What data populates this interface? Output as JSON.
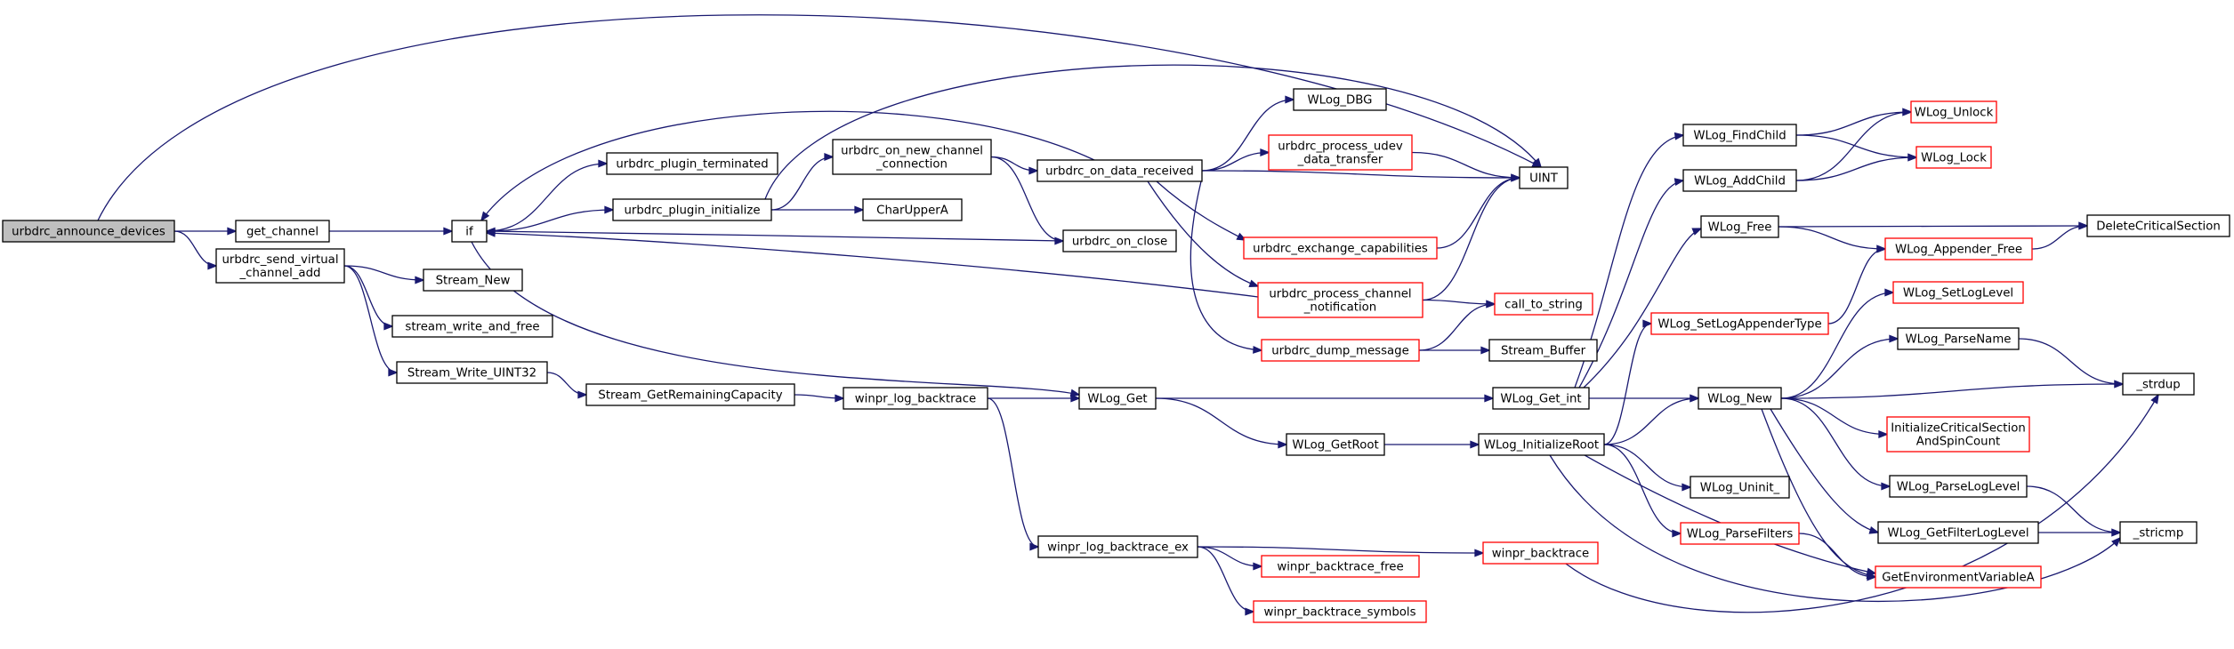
{
  "colors": {
    "edge": "#191970",
    "root_fill": "#bfbfbf",
    "normal_border": "#000000",
    "truncated_border": "#ff0000",
    "node_fill": "#ffffff"
  },
  "nodes": {
    "announce": {
      "lines": [
        "urbdrc_announce_devices"
      ],
      "style": "root"
    },
    "get_channel": {
      "lines": [
        "get_channel"
      ],
      "style": "normal"
    },
    "if": {
      "lines": [
        "if"
      ],
      "style": "normal"
    },
    "send_virtual": {
      "lines": [
        "urbdrc_send_virtual",
        "_channel_add"
      ],
      "style": "normal"
    },
    "plugin_terminated": {
      "lines": [
        "urbdrc_plugin_terminated"
      ],
      "style": "normal"
    },
    "plugin_initialize": {
      "lines": [
        "urbdrc_plugin_initialize"
      ],
      "style": "normal"
    },
    "on_new_channel": {
      "lines": [
        "urbdrc_on_new_channel",
        "_connection"
      ],
      "style": "normal"
    },
    "charupper": {
      "lines": [
        "CharUpperA"
      ],
      "style": "normal"
    },
    "on_close": {
      "lines": [
        "urbdrc_on_close"
      ],
      "style": "normal"
    },
    "on_data_received": {
      "lines": [
        "urbdrc_on_data_received"
      ],
      "style": "normal"
    },
    "wlog_dbg": {
      "lines": [
        "WLog_DBG"
      ],
      "style": "normal"
    },
    "process_udev": {
      "lines": [
        "urbdrc_process_udev",
        "_data_transfer"
      ],
      "style": "truncated"
    },
    "exchange_caps": {
      "lines": [
        "urbdrc_exchange_capabilities"
      ],
      "style": "truncated"
    },
    "process_notif": {
      "lines": [
        "urbdrc_process_channel",
        "_notification"
      ],
      "style": "truncated"
    },
    "dump_message": {
      "lines": [
        "urbdrc_dump_message"
      ],
      "style": "truncated"
    },
    "uint": {
      "lines": [
        "UINT"
      ],
      "style": "normal"
    },
    "call_to_string": {
      "lines": [
        "call_to_string"
      ],
      "style": "truncated"
    },
    "stream_buffer": {
      "lines": [
        "Stream_Buffer"
      ],
      "style": "normal"
    },
    "stream_new": {
      "lines": [
        "Stream_New"
      ],
      "style": "normal"
    },
    "stream_write_free": {
      "lines": [
        "stream_write_and_free"
      ],
      "style": "normal"
    },
    "stream_write_uint32": {
      "lines": [
        "Stream_Write_UINT32"
      ],
      "style": "normal"
    },
    "stream_remaining": {
      "lines": [
        "Stream_GetRemainingCapacity"
      ],
      "style": "normal"
    },
    "winpr_log_bt": {
      "lines": [
        "winpr_log_backtrace"
      ],
      "style": "normal"
    },
    "wlog_get": {
      "lines": [
        "WLog_Get"
      ],
      "style": "normal"
    },
    "wlog_getroot": {
      "lines": [
        "WLog_GetRoot"
      ],
      "style": "normal"
    },
    "wlog_get_int": {
      "lines": [
        "WLog_Get_int"
      ],
      "style": "normal"
    },
    "wlog_initroot": {
      "lines": [
        "WLog_InitializeRoot"
      ],
      "style": "normal"
    },
    "winpr_log_bt_ex": {
      "lines": [
        "winpr_log_backtrace_ex"
      ],
      "style": "normal"
    },
    "winpr_bt_free": {
      "lines": [
        "winpr_backtrace_free"
      ],
      "style": "truncated"
    },
    "winpr_bt_symbols": {
      "lines": [
        "winpr_backtrace_symbols"
      ],
      "style": "truncated"
    },
    "winpr_bt": {
      "lines": [
        "winpr_backtrace"
      ],
      "style": "truncated"
    },
    "wlog_findchild": {
      "lines": [
        "WLog_FindChild"
      ],
      "style": "normal"
    },
    "wlog_addchild": {
      "lines": [
        "WLog_AddChild"
      ],
      "style": "normal"
    },
    "wlog_free": {
      "lines": [
        "WLog_Free"
      ],
      "style": "normal"
    },
    "wlog_setappender": {
      "lines": [
        "WLog_SetLogAppenderType"
      ],
      "style": "truncated"
    },
    "wlog_new": {
      "lines": [
        "WLog_New"
      ],
      "style": "normal"
    },
    "wlog_uninit": {
      "lines": [
        "WLog_Uninit_"
      ],
      "style": "normal"
    },
    "wlog_parsefilters": {
      "lines": [
        "WLog_ParseFilters"
      ],
      "style": "truncated"
    },
    "wlog_unlock": {
      "lines": [
        "WLog_Unlock"
      ],
      "style": "truncated"
    },
    "wlog_lock": {
      "lines": [
        "WLog_Lock"
      ],
      "style": "truncated"
    },
    "wlog_appender_free": {
      "lines": [
        "WLog_Appender_Free"
      ],
      "style": "truncated"
    },
    "wlog_setloglevel": {
      "lines": [
        "WLog_SetLogLevel"
      ],
      "style": "truncated"
    },
    "wlog_parsename": {
      "lines": [
        "WLog_ParseName"
      ],
      "style": "normal"
    },
    "init_cs": {
      "lines": [
        "InitializeCriticalSection",
        "AndSpinCount"
      ],
      "style": "truncated"
    },
    "wlog_parseloglevel": {
      "lines": [
        "WLog_ParseLogLevel"
      ],
      "style": "normal"
    },
    "wlog_getfilterlevel": {
      "lines": [
        "WLog_GetFilterLogLevel"
      ],
      "style": "normal"
    },
    "getenv": {
      "lines": [
        "GetEnvironmentVariableA"
      ],
      "style": "truncated"
    },
    "delete_cs": {
      "lines": [
        "DeleteCriticalSection"
      ],
      "style": "normal"
    },
    "strdup": {
      "lines": [
        "_strdup"
      ],
      "style": "normal"
    },
    "stricmp": {
      "lines": [
        "_stricmp"
      ],
      "style": "normal"
    }
  },
  "edges": [
    [
      "announce",
      "get_channel"
    ],
    [
      "announce",
      "send_virtual"
    ],
    [
      "announce",
      "uint"
    ],
    [
      "get_channel",
      "if"
    ],
    [
      "if",
      "plugin_terminated"
    ],
    [
      "if",
      "plugin_initialize"
    ],
    [
      "if",
      "wlog_get"
    ],
    [
      "plugin_initialize",
      "on_new_channel"
    ],
    [
      "plugin_initialize",
      "charupper"
    ],
    [
      "plugin_initialize",
      "uint"
    ],
    [
      "on_new_channel",
      "on_data_received"
    ],
    [
      "on_new_channel",
      "on_close"
    ],
    [
      "on_data_received",
      "if"
    ],
    [
      "on_data_received",
      "wlog_dbg"
    ],
    [
      "on_data_received",
      "process_udev"
    ],
    [
      "on_data_received",
      "uint"
    ],
    [
      "on_data_received",
      "exchange_caps"
    ],
    [
      "on_data_received",
      "process_notif"
    ],
    [
      "on_data_received",
      "dump_message"
    ],
    [
      "on_close",
      "if"
    ],
    [
      "process_notif",
      "if"
    ],
    [
      "process_udev",
      "uint"
    ],
    [
      "exchange_caps",
      "uint"
    ],
    [
      "process_notif",
      "uint"
    ],
    [
      "process_notif",
      "call_to_string"
    ],
    [
      "dump_message",
      "call_to_string"
    ],
    [
      "dump_message",
      "stream_buffer"
    ],
    [
      "send_virtual",
      "stream_new"
    ],
    [
      "send_virtual",
      "stream_write_free"
    ],
    [
      "send_virtual",
      "stream_write_uint32"
    ],
    [
      "stream_write_uint32",
      "stream_remaining"
    ],
    [
      "stream_remaining",
      "winpr_log_bt"
    ],
    [
      "winpr_log_bt",
      "wlog_get"
    ],
    [
      "winpr_log_bt",
      "winpr_log_bt_ex"
    ],
    [
      "wlog_get",
      "wlog_get_int"
    ],
    [
      "wlog_get",
      "wlog_getroot"
    ],
    [
      "wlog_getroot",
      "wlog_initroot"
    ],
    [
      "wlog_get_int",
      "wlog_findchild"
    ],
    [
      "wlog_get_int",
      "wlog_addchild"
    ],
    [
      "wlog_get_int",
      "wlog_free"
    ],
    [
      "wlog_get_int",
      "wlog_new"
    ],
    [
      "wlog_initroot",
      "wlog_setappender"
    ],
    [
      "wlog_initroot",
      "wlog_new"
    ],
    [
      "wlog_initroot",
      "wlog_uninit"
    ],
    [
      "wlog_initroot",
      "wlog_parsefilters"
    ],
    [
      "wlog_initroot",
      "getenv"
    ],
    [
      "wlog_initroot",
      "stricmp"
    ],
    [
      "wlog_findchild",
      "wlog_unlock"
    ],
    [
      "wlog_findchild",
      "wlog_lock"
    ],
    [
      "wlog_addchild",
      "wlog_unlock"
    ],
    [
      "wlog_addchild",
      "wlog_lock"
    ],
    [
      "wlog_free",
      "delete_cs"
    ],
    [
      "wlog_free",
      "wlog_appender_free"
    ],
    [
      "wlog_setappender",
      "wlog_appender_free"
    ],
    [
      "wlog_appender_free",
      "delete_cs"
    ],
    [
      "wlog_new",
      "wlog_setloglevel"
    ],
    [
      "wlog_new",
      "wlog_parsename"
    ],
    [
      "wlog_new",
      "strdup"
    ],
    [
      "wlog_new",
      "init_cs"
    ],
    [
      "wlog_new",
      "wlog_parseloglevel"
    ],
    [
      "wlog_new",
      "wlog_getfilterlevel"
    ],
    [
      "wlog_new",
      "getenv"
    ],
    [
      "wlog_parsename",
      "strdup"
    ],
    [
      "wlog_parseloglevel",
      "stricmp"
    ],
    [
      "wlog_getfilterlevel",
      "stricmp"
    ],
    [
      "wlog_parsefilters",
      "getenv"
    ],
    [
      "winpr_log_bt_ex",
      "winpr_bt_free"
    ],
    [
      "winpr_log_bt_ex",
      "winpr_bt_symbols"
    ],
    [
      "winpr_log_bt_ex",
      "winpr_bt"
    ],
    [
      "winpr_bt",
      "strdup"
    ]
  ]
}
